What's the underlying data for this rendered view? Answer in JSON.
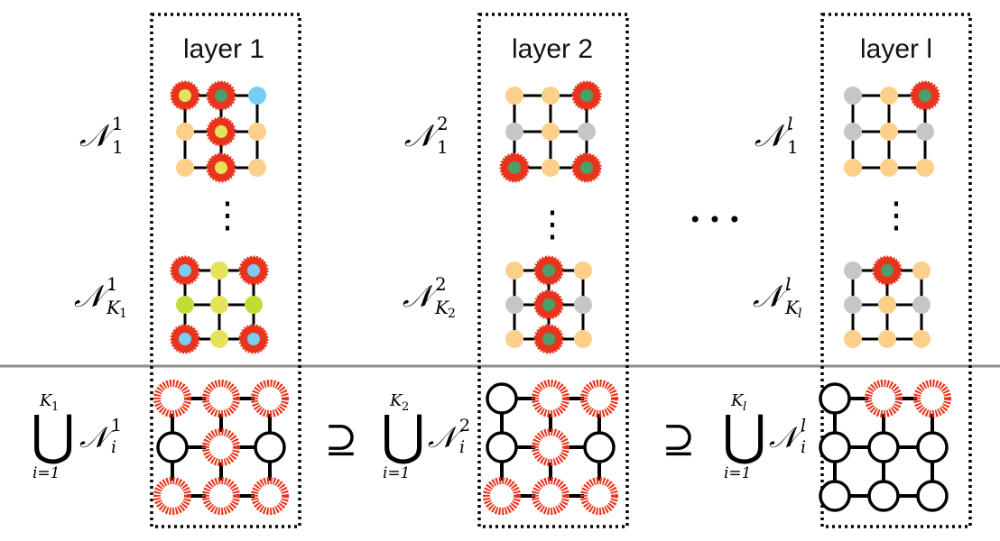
{
  "colors": {
    "orange": "#fcd08a",
    "gray": "#c6c6c6",
    "blue": "#79cdf5",
    "yellow": "#e5e35a",
    "lime": "#c2dc36",
    "green": "#4e9e6a",
    "red": "#e8341c",
    "white": "#ffffff",
    "line": "#000000",
    "divider": "#8e8e8e"
  },
  "layers": [
    {
      "title": "layer 1",
      "top_label": {
        "sup": "1",
        "sub": "1"
      },
      "bottom_label": {
        "sup": "1",
        "sub": "K",
        "sub_index": "1"
      },
      "top_grid": [
        [
          "yellow*",
          "green*",
          "blue"
        ],
        [
          "orange",
          "yellow*",
          "orange"
        ],
        [
          "orange",
          "yellow*",
          "orange"
        ]
      ],
      "bottom_grid": [
        [
          "blue*",
          "yellow",
          "blue*"
        ],
        [
          "lime",
          "yellow",
          "lime"
        ],
        [
          "blue*",
          "yellow",
          "blue*"
        ]
      ],
      "union_grid": [
        [
          "red",
          "red",
          "red"
        ],
        [
          "white",
          "red",
          "white"
        ],
        [
          "red",
          "red",
          "red"
        ]
      ],
      "union_label": {
        "upper": "K",
        "upper_index": "1",
        "lower": "i=1",
        "sup": "1",
        "sub": "i"
      }
    },
    {
      "title": "layer 2",
      "top_label": {
        "sup": "2",
        "sub": "1"
      },
      "bottom_label": {
        "sup": "2",
        "sub": "K",
        "sub_index": "2"
      },
      "top_grid": [
        [
          "orange",
          "orange",
          "green*"
        ],
        [
          "gray",
          "orange",
          "gray"
        ],
        [
          "green*",
          "orange",
          "green*"
        ]
      ],
      "bottom_grid": [
        [
          "orange",
          "green*",
          "orange"
        ],
        [
          "gray",
          "green*",
          "gray"
        ],
        [
          "orange",
          "green*",
          "orange"
        ]
      ],
      "union_grid": [
        [
          "white",
          "red",
          "red"
        ],
        [
          "white",
          "red",
          "white"
        ],
        [
          "red",
          "red",
          "red"
        ]
      ],
      "union_label": {
        "upper": "K",
        "upper_index": "2",
        "lower": "i=1",
        "sup": "2",
        "sub": "i"
      }
    },
    {
      "title": "layer l",
      "top_label": {
        "sup": "l",
        "sub": "1"
      },
      "bottom_label": {
        "sup": "l",
        "sub": "K",
        "sub_index": "l"
      },
      "top_grid": [
        [
          "gray",
          "orange",
          "green*"
        ],
        [
          "gray",
          "orange",
          "gray"
        ],
        [
          "orange",
          "orange",
          "orange"
        ]
      ],
      "bottom_grid": [
        [
          "gray",
          "green*",
          "orange"
        ],
        [
          "gray",
          "orange",
          "gray"
        ],
        [
          "orange",
          "orange",
          "orange"
        ]
      ],
      "union_grid": [
        [
          "white",
          "red",
          "red"
        ],
        [
          "white",
          "white",
          "white"
        ],
        [
          "white",
          "white",
          "white"
        ]
      ],
      "union_label": {
        "upper": "K",
        "upper_index": "l",
        "lower": "i=1",
        "sup": "l",
        "sub": "i"
      }
    }
  ],
  "symbols": {
    "script_n": "𝒩",
    "union": "⋃",
    "superset": "⊇",
    "vdots": "⋮",
    "hdots": "• • •"
  }
}
